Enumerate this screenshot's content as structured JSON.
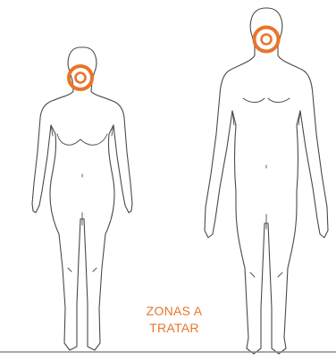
{
  "caption": {
    "line1": "ZONAS A",
    "line2": "TRATAR"
  },
  "colors": {
    "accent": "#e8752c",
    "outline": "#4a4a4a",
    "floor": "#8c8c8c",
    "background": "#ffffff"
  },
  "figures": [
    {
      "name": "female-figure",
      "target_zone": "neck"
    },
    {
      "name": "male-figure",
      "target_zone": "neck"
    }
  ],
  "icons": [
    "target-marker-icon",
    "target-marker-icon"
  ]
}
